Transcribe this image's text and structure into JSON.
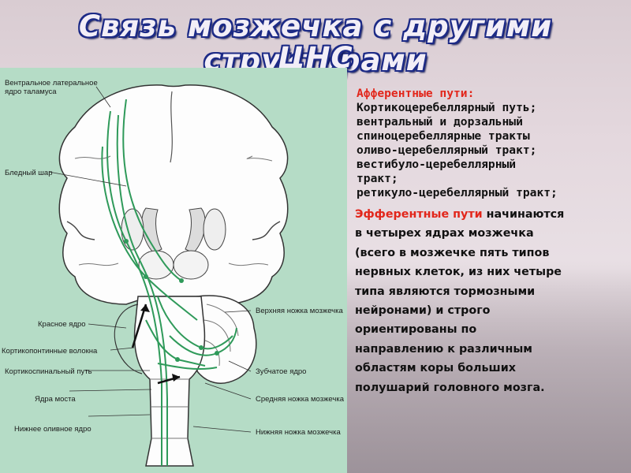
{
  "title": {
    "line1": "Связь мозжечка с другими структурами",
    "line2": "ЦНС"
  },
  "figure": {
    "labels": [
      "Вентральное латеральное",
      "ядро таламуса",
      "Бледный шар",
      "Красное ядро",
      "Кортикопонтинные волокна",
      "Кортикоспинальный путь",
      "Ядра моста",
      "Нижнее оливное ядро",
      "Верхняя ножка мозжечка",
      "Зубчатое ядро",
      "Средняя ножка мозжечка",
      "Нижняя ножка мозжечка"
    ]
  },
  "afferent": {
    "heading": "Афферентные пути:",
    "lines": [
      "Кортикоцеребеллярный путь;",
      "вентральный и дорзальный",
      "спиноцеребеллярные тракты",
      "оливо-церебеллярный тракт;",
      "вестибуло-церебеллярный",
      "тракт;",
      "ретикуло-церебеллярный тракт;"
    ]
  },
  "efferent": {
    "heading": "Эфферентные пути",
    "first_rest": " начинаются",
    "lines": [
      "в четырех ядрах мозжечка",
      "(всего в мозжечке пять типов",
      "нервных клеток, из них четыре",
      "типа являются тормозными",
      "нейронами) и строго",
      "ориентированы по",
      "направлению к различным",
      "областям коры больших",
      "полушарий головного мозга."
    ]
  },
  "colors": {
    "title_fill": "#f2eef7",
    "title_outline": "#1c2a86",
    "figure_bg": "#b5dcc6",
    "pathway": "#2f9a5a",
    "highlight": "#e2261b"
  }
}
